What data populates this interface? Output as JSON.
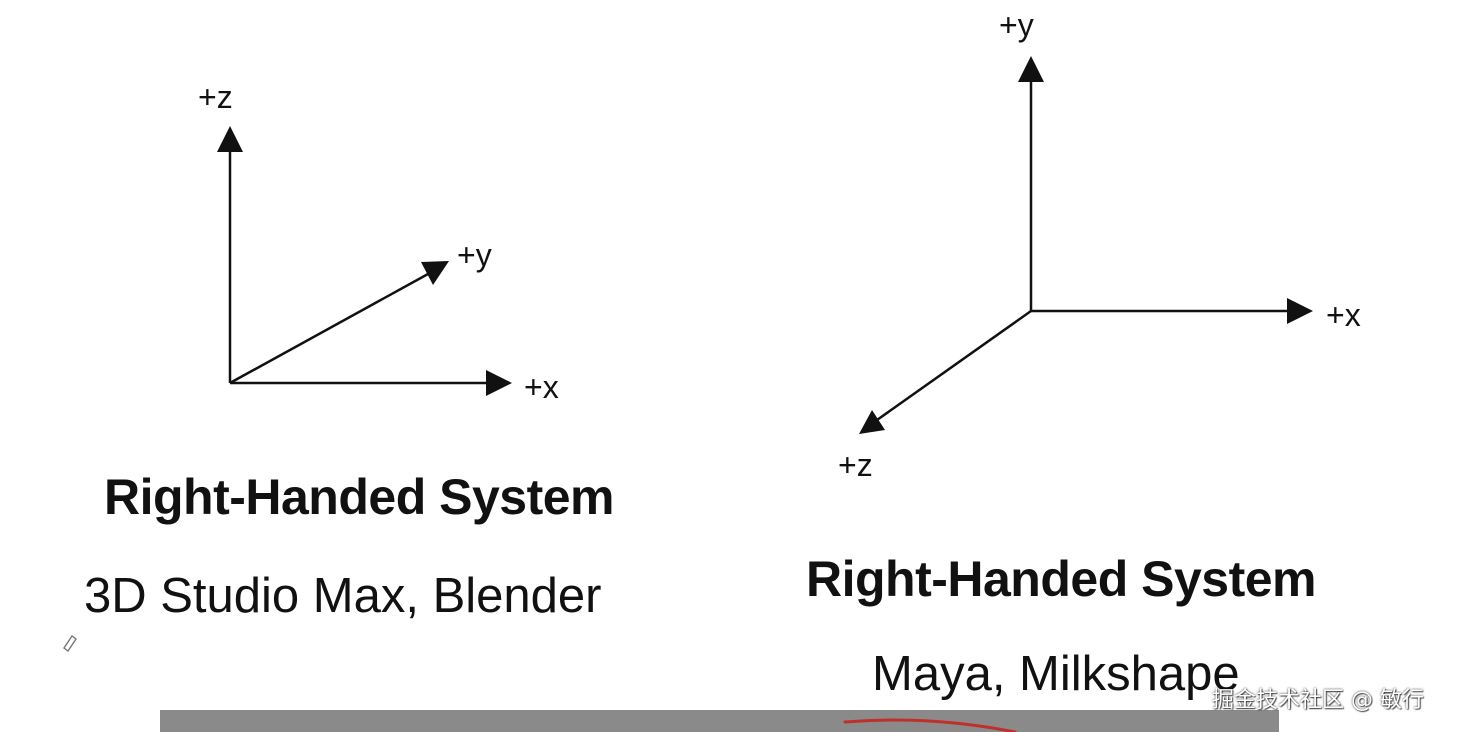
{
  "left_system": {
    "title": "Right-Handed System",
    "software": "3D Studio Max, Blender",
    "axes": {
      "up": "+z",
      "depth": "+y",
      "right": "+x"
    }
  },
  "right_system": {
    "title": "Right-Handed System",
    "software": "Maya, Milkshape",
    "axes": {
      "up": "+y",
      "right": "+x",
      "toward_viewer": "+z"
    }
  },
  "watermark": "掘金技术社区 @ 敏行",
  "colors": {
    "ink": "#111111",
    "background": "#ffffff",
    "bar": "#8a8a8a",
    "annotation": "#c0302a"
  }
}
